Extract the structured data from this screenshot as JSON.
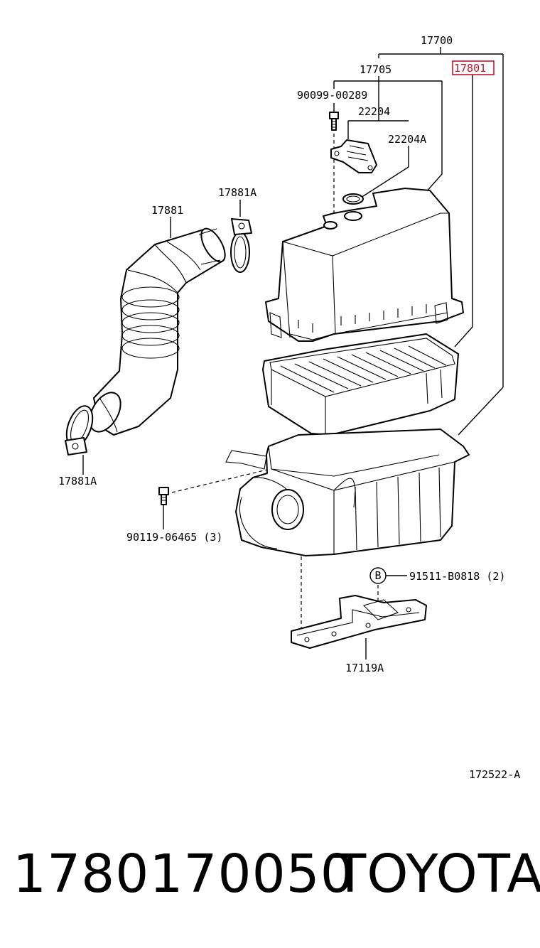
{
  "labels": {
    "assembly": "17700",
    "highlight": "17801",
    "cap": "17705",
    "bolt_top": "90099-00289",
    "sensor": "22204",
    "sensor_gasket": "22204A",
    "hose": "17881",
    "clamp_top": "17881A",
    "clamp_bottom": "17881A",
    "bolt_case": "90119-06465 (3)",
    "circle_b": "B",
    "bolt_bracket": "91511-B0818 (2)",
    "bracket": "17119A",
    "diagram_code": "172522-A"
  },
  "footer": {
    "part_number": "1780170050",
    "brand": "TOYOTA"
  },
  "colors": {
    "highlight": "#c8102e",
    "ink": "#000000"
  }
}
